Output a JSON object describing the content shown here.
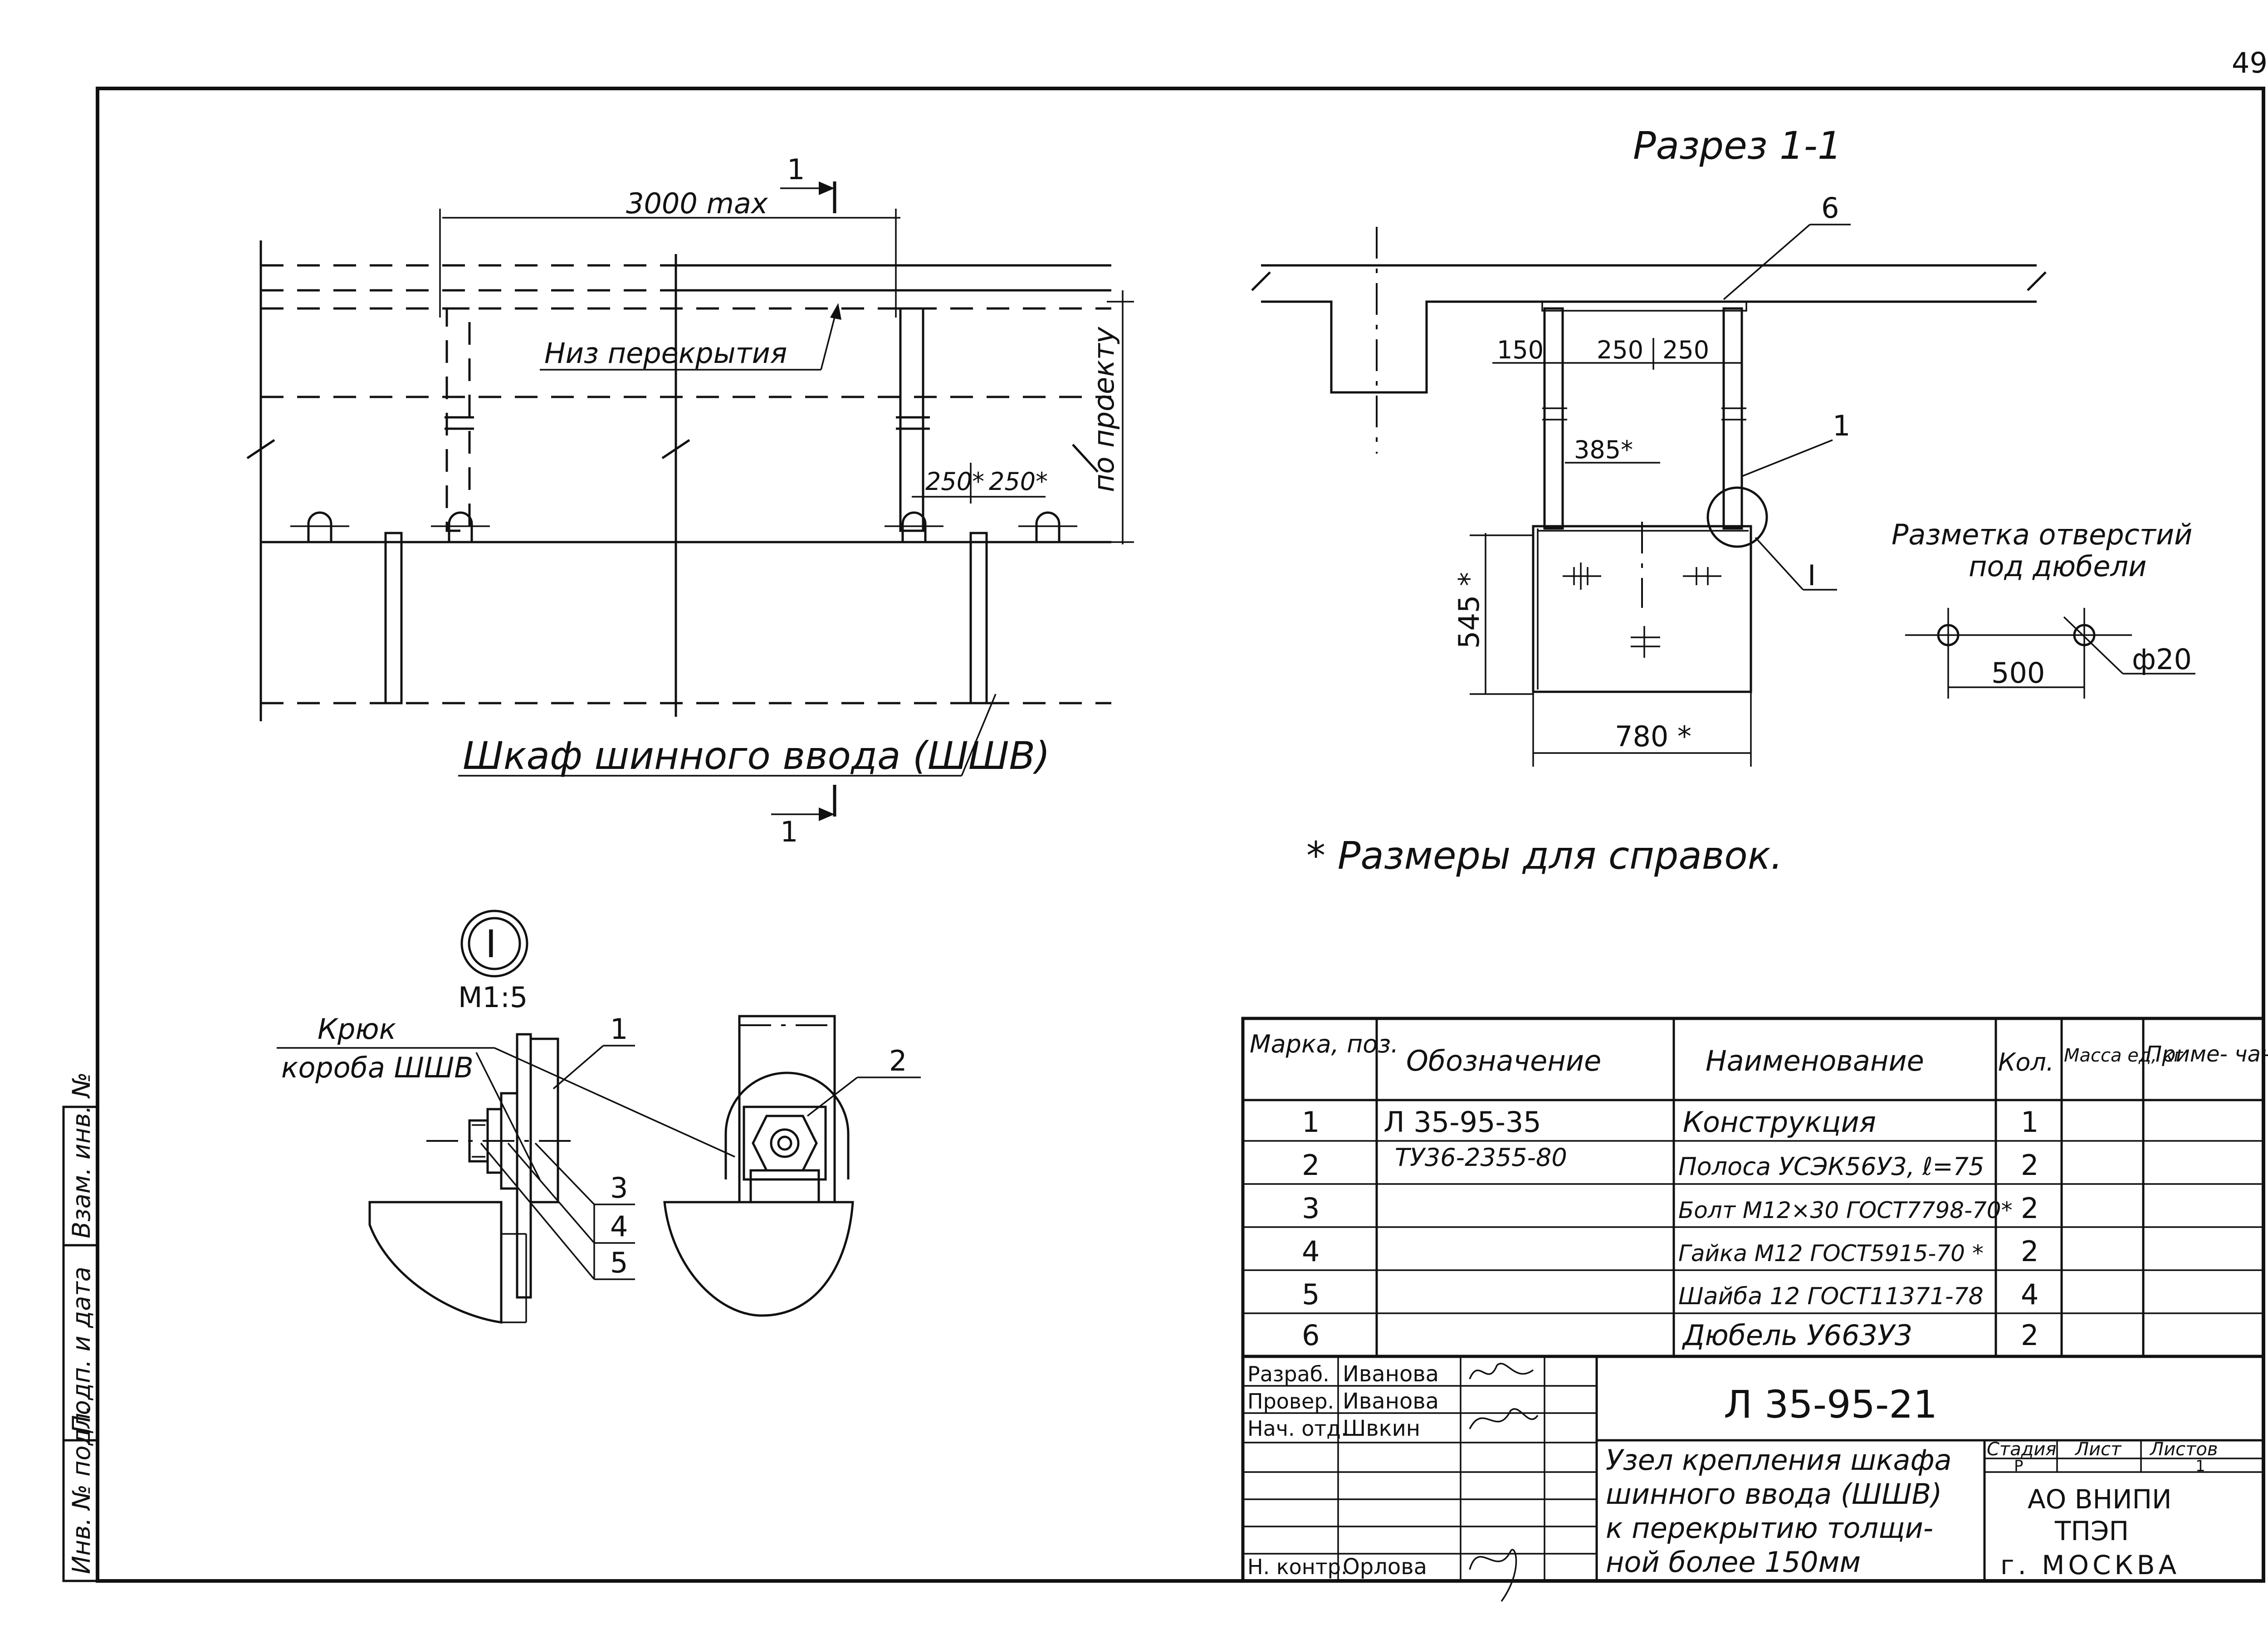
{
  "page_number": "49",
  "section": {
    "title": "Разрез 1-1",
    "mark": "1"
  },
  "plan": {
    "dim_span": "3000 max",
    "label_ceiling": "Низ перекрытия",
    "dim_height": "по проекту",
    "dim_a": "250*",
    "dim_b": "250*",
    "label_cabinet": "Шкаф шинного ввода (ШШВ)"
  },
  "section_view": {
    "pos_label": "6",
    "pos_1": "1",
    "dim_150": "150",
    "dim_250a": "250",
    "dim_250b": "250",
    "dim_385": "385*",
    "dim_545": "545 *",
    "dim_780": "780 *",
    "node_ref": "I"
  },
  "marking": {
    "title_line1": "Разметка отверстий",
    "title_line2": "под дюбели",
    "dim_500": "500",
    "dia": "ф20"
  },
  "note": "* Размеры для справок.",
  "detail": {
    "ref": "I",
    "scale": "М1:5",
    "hook_line1": "Крюк",
    "hook_line2": "короба ШШВ",
    "callouts": [
      "1",
      "2",
      "3",
      "4",
      "5"
    ]
  },
  "spec_table": {
    "headers": [
      "Марка, поз.",
      "Обозначение",
      "Наименование",
      "Кол.",
      "Масса ед, кг",
      "Приме- чание"
    ],
    "rows": [
      {
        "pos": "1",
        "code": "Л 35-95-35",
        "name": "Конструкция",
        "qty": "1"
      },
      {
        "pos": "2",
        "code": "ТУ36-2355-80",
        "name": "Полоса УСЭК56У3, ℓ=75",
        "qty": "2"
      },
      {
        "pos": "3",
        "code": "",
        "name": "Болт М12×30 ГОСТ7798-70*",
        "qty": "2"
      },
      {
        "pos": "4",
        "code": "",
        "name": "Гайка М12 ГОСТ5915-70 *",
        "qty": "2"
      },
      {
        "pos": "5",
        "code": "",
        "name": "Шайба 12 ГОСТ11371-78",
        "qty": "4"
      },
      {
        "pos": "6",
        "code": "",
        "name": "Дюбель У663У3",
        "qty": "2"
      }
    ]
  },
  "title_block": {
    "roles": [
      "Разраб.",
      "Провер.",
      "Нач. отд.",
      "Н. контр."
    ],
    "names": [
      "Иванова",
      "Иванова",
      "Швкин",
      "Орлова"
    ],
    "doc_code": "Л 35-95-21",
    "description": [
      "Узел крепления шкафа",
      "шинного ввода (ШШВ)",
      "к перекрытию толщи-",
      "ной более 150мм"
    ],
    "stage_header": "Стадия",
    "sheet_header": "Лист",
    "sheets_header": "Листов",
    "stage": "Р",
    "sheets": "1",
    "org": [
      "АО ВНИПИ",
      "ТПЭП",
      "г. МОСКВА"
    ]
  },
  "side_stamp": [
    "Инв. № подл.",
    "Подп. и дата",
    "Взам. инв. №"
  ]
}
